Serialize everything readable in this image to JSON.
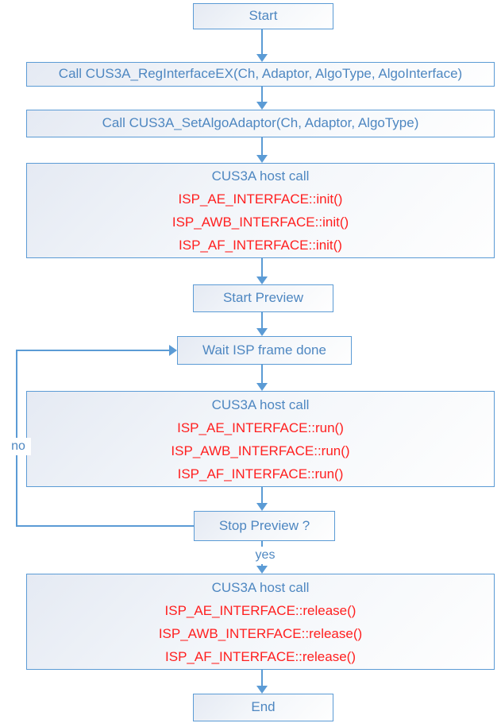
{
  "nodes": {
    "start": {
      "label": "Start"
    },
    "reg_interface": {
      "label": "Call CUS3A_RegInterfaceEX(Ch, Adaptor, AlgoType, AlgoInterface)"
    },
    "set_adaptor": {
      "label": "Call CUS3A_SetAlgoAdaptor(Ch, Adaptor, AlgoType)"
    },
    "host_init": {
      "title": "CUS3A host call",
      "lines": [
        "ISP_AE_INTERFACE::init()",
        "ISP_AWB_INTERFACE::init()",
        "ISP_AF_INTERFACE::init()"
      ]
    },
    "start_preview": {
      "label": "Start Preview"
    },
    "wait_frame": {
      "label": "Wait ISP frame done"
    },
    "host_run": {
      "title": "CUS3A host call",
      "lines": [
        "ISP_AE_INTERFACE::run()",
        "ISP_AWB_INTERFACE::run()",
        "ISP_AF_INTERFACE::run()"
      ]
    },
    "stop_preview": {
      "label": "Stop Preview ?"
    },
    "host_release": {
      "title": "CUS3A host call",
      "lines": [
        "ISP_AE_INTERFACE::release()",
        "ISP_AWB_INTERFACE::release()",
        "ISP_AF_INTERFACE::release()"
      ]
    },
    "end": {
      "label": "End"
    }
  },
  "edges": {
    "no_label": "no",
    "yes_label": "yes"
  },
  "colors": {
    "accent_blue": "#5b9bd5",
    "text_blue": "#4e87c1",
    "text_red": "#ff1f1f",
    "fill_light": "#e5eaf3"
  }
}
